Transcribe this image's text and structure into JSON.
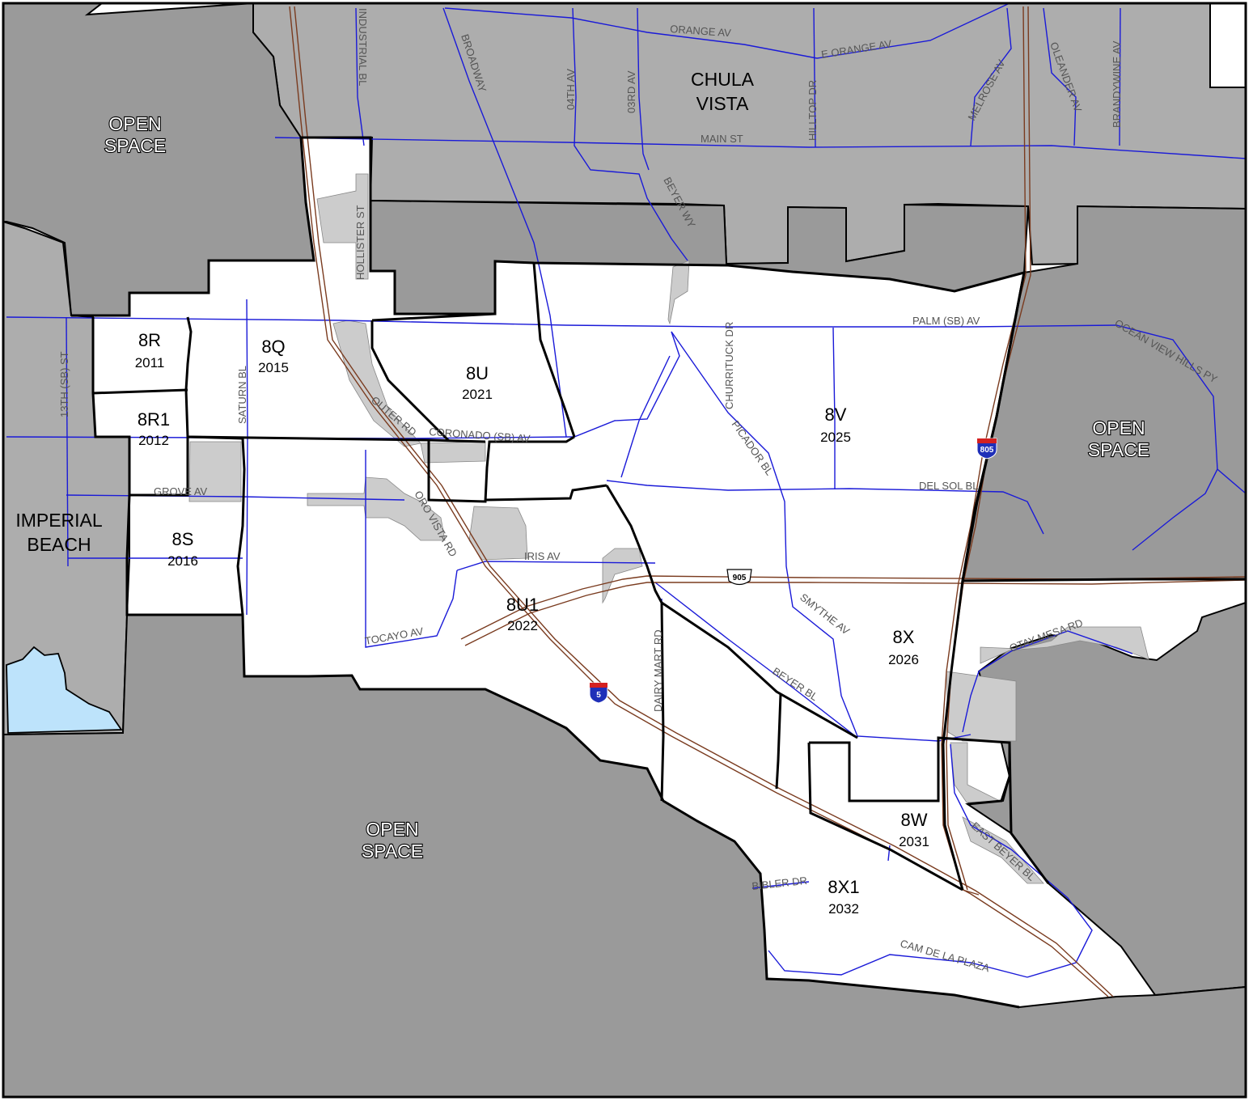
{
  "colors": {
    "background": "#ffffff",
    "city": "#adadad",
    "open_space": "#9a9a9a",
    "developed": "#cccccc",
    "water": "#bde3fb",
    "street": "#1a1ad8",
    "railway": "#7a3b1f",
    "boundary": "#000000"
  },
  "places": {
    "chula_vista": [
      "CHULA",
      "VISTA"
    ],
    "imperial_beach": [
      "IMPERIAL",
      "BEACH"
    ],
    "open_space": [
      "OPEN",
      "SPACE"
    ]
  },
  "zones": [
    {
      "id": "8R",
      "name": "8R",
      "code": "2011"
    },
    {
      "id": "8R1",
      "name": "8R1",
      "code": "2012"
    },
    {
      "id": "8S",
      "name": "8S",
      "code": "2016"
    },
    {
      "id": "8Q",
      "name": "8Q",
      "code": "2015"
    },
    {
      "id": "8U",
      "name": "8U",
      "code": "2021"
    },
    {
      "id": "8U1",
      "name": "8U1",
      "code": "2022"
    },
    {
      "id": "8V",
      "name": "8V",
      "code": "2025"
    },
    {
      "id": "8X",
      "name": "8X",
      "code": "2026"
    },
    {
      "id": "8W",
      "name": "8W",
      "code": "2031"
    },
    {
      "id": "8X1",
      "name": "8X1",
      "code": "2032"
    }
  ],
  "streets": {
    "orange_av": "ORANGE AV",
    "e_orange_av": "E ORANGE AV",
    "industrial_bl": "INDUSTRIAL BL",
    "broadway": "BROADWAY",
    "04th_av": "04TH AV",
    "03rd_av": "03RD AV",
    "hilltop_dr": "HILLTOP DR",
    "melrose_av": "MELROSE AV",
    "oleander_av": "OLEANDER AV",
    "brandywine_av": "BRANDYWINE AV",
    "main_st": "MAIN ST",
    "hollister_st": "HOLLISTER ST",
    "beyer_wy": "BEYER WY",
    "churrituck_dr": "CHURRITUCK DR",
    "palm_av": "PALM (SB) AV",
    "ocean_view_hills_py": "OCEAN VIEW HILLS PY",
    "13th_st": "13TH (SB) ST",
    "saturn_bl": "SATURN BL",
    "outer_rd": "OUTER RD",
    "coronado_av": "CORONADO (SB) AV",
    "picador_bl": "PICADOR BL",
    "del_sol_bl": "DEL SOL BL",
    "grove_av": "GROVE AV",
    "oro_vista_rd": "ORO VISTA RD",
    "iris_av": "IRIS AV",
    "tocayo_av": "TOCAYO AV",
    "dairy_mart_rd": "DAIRY MART RD",
    "smythe_av": "SMYTHE AV",
    "beyer_bl": "BEYER BL",
    "otay_mesa_rd": "OTAY MESA RD",
    "east_beyer_bl": "EAST BEYER BL",
    "bibler_dr": "BIBLER DR",
    "cam_de_la_plaza": "CAM DE LA PLAZA"
  },
  "highways": {
    "i805": "805",
    "i5": "5",
    "sr905": "905"
  }
}
